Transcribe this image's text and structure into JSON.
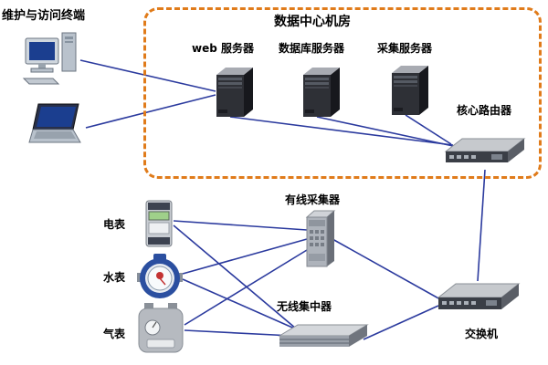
{
  "labels": {
    "terminal": "维护与访问终端",
    "datacenter_title": "数据中心机房",
    "web_server": "web 服务器",
    "db_server": "数据库服务器",
    "collect_server": "采集服务器",
    "core_router": "核心路由器",
    "wired_collector": "有线采集器",
    "wireless_concentrator": "无线集中器",
    "switch": "交换机",
    "electric_meter": "电表",
    "water_meter": "水表",
    "gas_meter": "气表"
  },
  "colors": {
    "connection_line": "#2b3a9e",
    "datacenter_border": "#e07b1a"
  },
  "edges": [
    {
      "from": "desktop-terminal",
      "to": "web-server"
    },
    {
      "from": "laptop-terminal",
      "to": "web-server"
    },
    {
      "from": "web-server",
      "to": "core-router"
    },
    {
      "from": "db-server",
      "to": "core-router"
    },
    {
      "from": "collect-server",
      "to": "core-router"
    },
    {
      "from": "core-router",
      "to": "switch"
    },
    {
      "from": "electric-meter",
      "to": "wired-collector"
    },
    {
      "from": "electric-meter",
      "to": "wireless-concentrator"
    },
    {
      "from": "water-meter",
      "to": "wired-collector"
    },
    {
      "from": "water-meter",
      "to": "wireless-concentrator"
    },
    {
      "from": "gas-meter",
      "to": "wired-collector"
    },
    {
      "from": "gas-meter",
      "to": "wireless-concentrator"
    },
    {
      "from": "wired-collector",
      "to": "switch"
    },
    {
      "from": "wireless-concentrator",
      "to": "switch"
    }
  ]
}
